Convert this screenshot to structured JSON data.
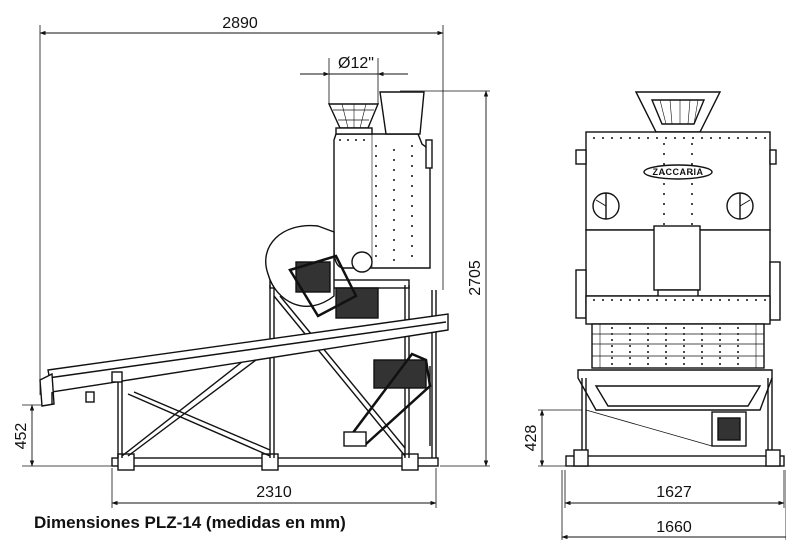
{
  "dimensions": {
    "overall_length": "2890",
    "inlet_diameter": "Ø12\"",
    "height_total": "2705",
    "side_base_height": "452",
    "side_base_length": "2310",
    "front_base_height": "428",
    "front_inner_width": "1627",
    "front_outer_width": "1660"
  },
  "logo": {
    "text": "ZACCARIA"
  },
  "caption": {
    "text": "Dimensiones PLZ-14 (medidas en mm)"
  }
}
